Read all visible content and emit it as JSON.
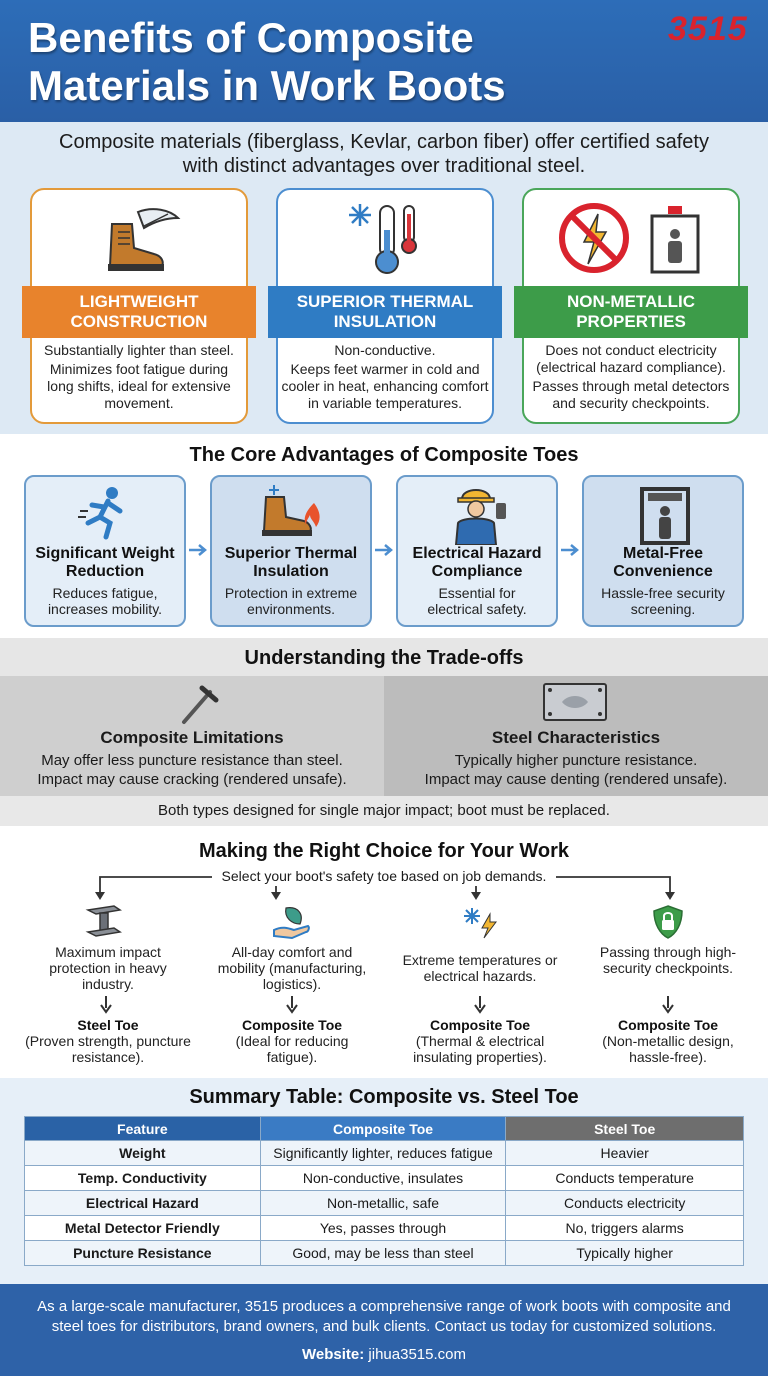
{
  "header": {
    "title_line1": "Benefits of Composite",
    "title_line2": "Materials in Work Boots",
    "logo": "3515"
  },
  "intro": "Composite materials (fiberglass, Kevlar, carbon fiber) offer certified safety with distinct advantages over traditional steel.",
  "cards": [
    {
      "title_line1": "LIGHTWEIGHT",
      "title_line2": "CONSTRUCTION",
      "line1": "Substantially lighter than steel.",
      "line2": "Minimizes foot fatigue during long shifts, ideal for extensive movement.",
      "color": "#e8832c",
      "icon": "boot-feather-icon"
    },
    {
      "title_line1": "SUPERIOR THERMAL",
      "title_line2": "INSULATION",
      "line1": "Non-conductive.",
      "line2": "Keeps feet warmer in cold and cooler in heat, enhancing comfort in variable temperatures.",
      "color": "#2f7cc4",
      "icon": "thermometer-snowflake-icon"
    },
    {
      "title_line1": "NON-METALLIC",
      "title_line2": "PROPERTIES",
      "line1": "Does not conduct electricity (electrical hazard compliance).",
      "line2": "Passes through metal detectors and security checkpoints.",
      "color": "#3d9c49",
      "icon": "no-electricity-metal-detector-icon"
    }
  ],
  "core": {
    "title": "The Core Advantages of Composite Toes",
    "items": [
      {
        "title": "Significant Weight Reduction",
        "text": "Reduces fatigue, increases mobility.",
        "icon": "running-person-icon"
      },
      {
        "title": "Superior Thermal Insulation",
        "text": "Protection in extreme environments.",
        "icon": "boot-snow-fire-icon"
      },
      {
        "title": "Electrical Hazard Compliance",
        "text": "Essential for electrical safety.",
        "icon": "electrician-icon"
      },
      {
        "title": "Metal-Free Convenience",
        "text": "Hassle-free security screening.",
        "icon": "security-gate-icon"
      }
    ]
  },
  "tradeoffs": {
    "title": "Understanding the Trade-offs",
    "composite": {
      "title": "Composite Limitations",
      "line1": "May offer less puncture resistance than steel.",
      "line2": "Impact may cause cracking (rendered unsafe).",
      "icon": "nail-icon"
    },
    "steel": {
      "title": "Steel Characteristics",
      "line1": "Typically higher puncture resistance.",
      "line2": "Impact may cause denting (rendered unsafe).",
      "icon": "steel-plate-icon"
    },
    "note": "Both types designed for single major impact; boot must be replaced."
  },
  "choice": {
    "title": "Making the Right Choice for Your Work",
    "subtitle": "Select your boot's safety toe based on job demands.",
    "items": [
      {
        "condition": "Maximum impact protection in heavy industry.",
        "recommendation": "Steel Toe",
        "reason": "(Proven strength, puncture resistance).",
        "icon": "steel-beam-icon"
      },
      {
        "condition": "All-day comfort and mobility (manufacturing, logistics).",
        "recommendation": "Composite Toe",
        "reason": "(Ideal for reducing fatigue).",
        "icon": "hand-leaf-icon"
      },
      {
        "condition": "Extreme temperatures or electrical hazards.",
        "recommendation": "Composite Toe",
        "reason": "(Thermal & electrical insulating properties).",
        "icon": "snowflake-bolt-icon"
      },
      {
        "condition": "Passing through high-security checkpoints.",
        "recommendation": "Composite Toe",
        "reason": "(Non-metallic design, hassle-free).",
        "icon": "shield-lock-icon"
      }
    ]
  },
  "table": {
    "title": "Summary Table: Composite vs. Steel Toe",
    "headers": [
      "Feature",
      "Composite Toe",
      "Steel Toe"
    ],
    "rows": [
      [
        "Weight",
        "Significantly lighter, reduces fatigue",
        "Heavier"
      ],
      [
        "Temp. Conductivity",
        "Non-conductive, insulates",
        "Conducts temperature"
      ],
      [
        "Electrical Hazard",
        "Non-metallic, safe",
        "Conducts electricity"
      ],
      [
        "Metal Detector Friendly",
        "Yes, passes through",
        "No, triggers alarms"
      ],
      [
        "Puncture Resistance",
        "Good, may be less than steel",
        "Typically higher"
      ]
    ]
  },
  "footer": {
    "text": "As a large-scale manufacturer, 3515 produces a comprehensive range of work boots with composite and steel toes for distributors, brand owners, and bulk clients. Contact us today for customized solutions.",
    "website_label": "Website:",
    "website": "jihua3515.com"
  }
}
